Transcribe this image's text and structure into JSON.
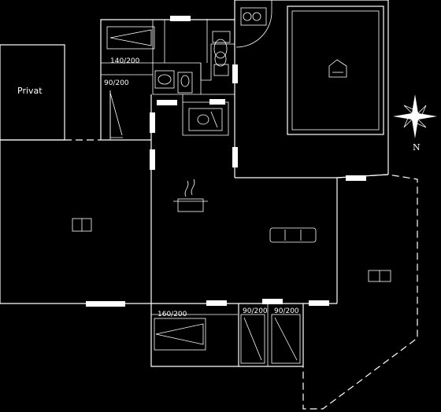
{
  "rooms": {
    "privat_label": "Privat",
    "bed_top_label": "140/200",
    "bed_left_label": "90/200",
    "bed_bottom_label": "160/200",
    "bed_bottom_mid_label": "90/200",
    "bed_bottom_right_label": "90/200"
  },
  "compass": {
    "north_label": "N"
  },
  "icons": [
    "bath-icon",
    "toilet-icon",
    "washbasin-icon",
    "shower-icon",
    "cooking-pot-icon",
    "sofa-icon",
    "sauna-icon",
    "compass-rose-icon",
    "terrace-icon"
  ],
  "colors": {
    "background": "#000000",
    "lines": "#ffffff"
  }
}
